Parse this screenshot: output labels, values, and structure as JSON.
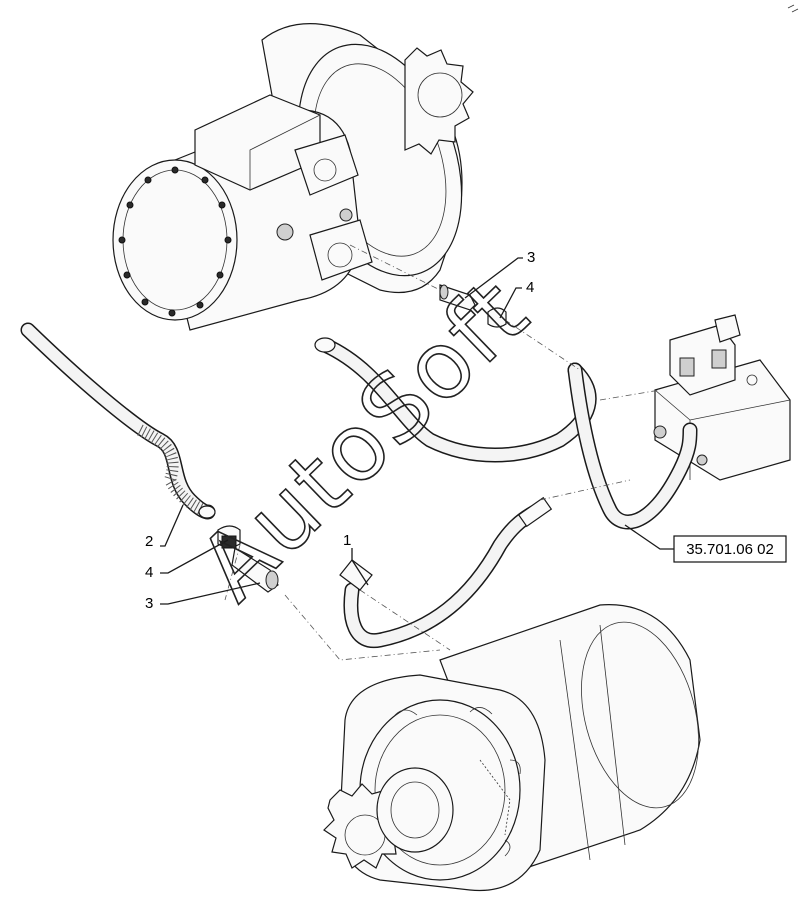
{
  "callouts": [
    {
      "id": "c1",
      "label": "1"
    },
    {
      "id": "c2",
      "label": "2"
    },
    {
      "id": "c3a",
      "label": "3"
    },
    {
      "id": "c3b",
      "label": "3"
    },
    {
      "id": "c4a",
      "label": "4"
    },
    {
      "id": "c4b",
      "label": "4"
    }
  ],
  "reference": {
    "label": "35.701.06 02"
  },
  "watermark": {
    "text": "AutoSoft"
  }
}
